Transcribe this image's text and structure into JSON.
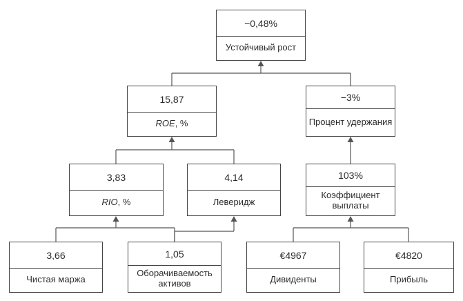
{
  "nodes": {
    "sustainable_growth": {
      "value": "−0,48%",
      "label": "Устойчивый рост"
    },
    "roe": {
      "value": "15,87",
      "label_main": "ROE",
      "label_suffix": ", %"
    },
    "retention": {
      "value": "−3%",
      "label": "Процент удержания"
    },
    "rio": {
      "value": "3,83",
      "label_main": "RIO",
      "label_suffix": ", %"
    },
    "leverage": {
      "value": "4,14",
      "label": "Леверидж"
    },
    "payout": {
      "value": "103%",
      "label": "Коэффициент выплаты"
    },
    "net_margin": {
      "value": "3,66",
      "label": "Чистая маржа"
    },
    "asset_turnover": {
      "value": "1,05",
      "label": "Оборачиваемость активов"
    },
    "dividends": {
      "value": "€4967",
      "label": "Дивиденты"
    },
    "profit": {
      "value": "€4820",
      "label": "Прибыль"
    }
  }
}
